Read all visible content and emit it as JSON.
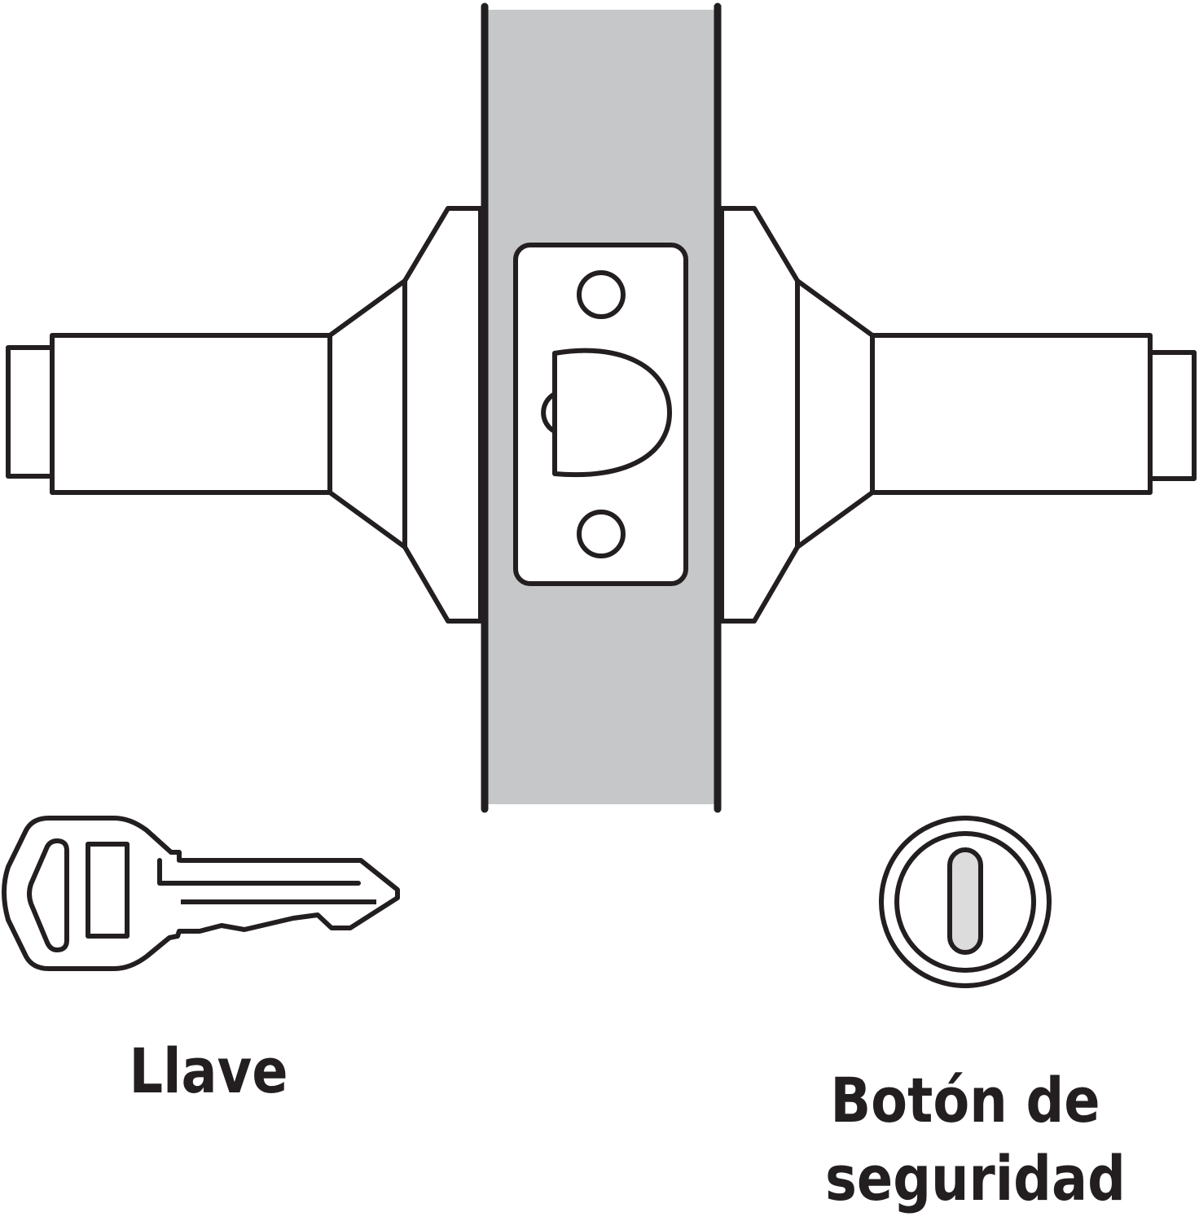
{
  "colors": {
    "outline": "#231f20",
    "door": "#c6c7c9",
    "background": "#ffffff",
    "slot": "#dcdcdc"
  },
  "icons": {
    "door_panel": "door-panel",
    "latch_plate": "latch-plate",
    "key": "key-icon",
    "privacy_button": "privacy-button-icon"
  },
  "labels": {
    "key": "Llave",
    "privacy_button_line1": "Botón de",
    "privacy_button_line2": "seguridad"
  }
}
